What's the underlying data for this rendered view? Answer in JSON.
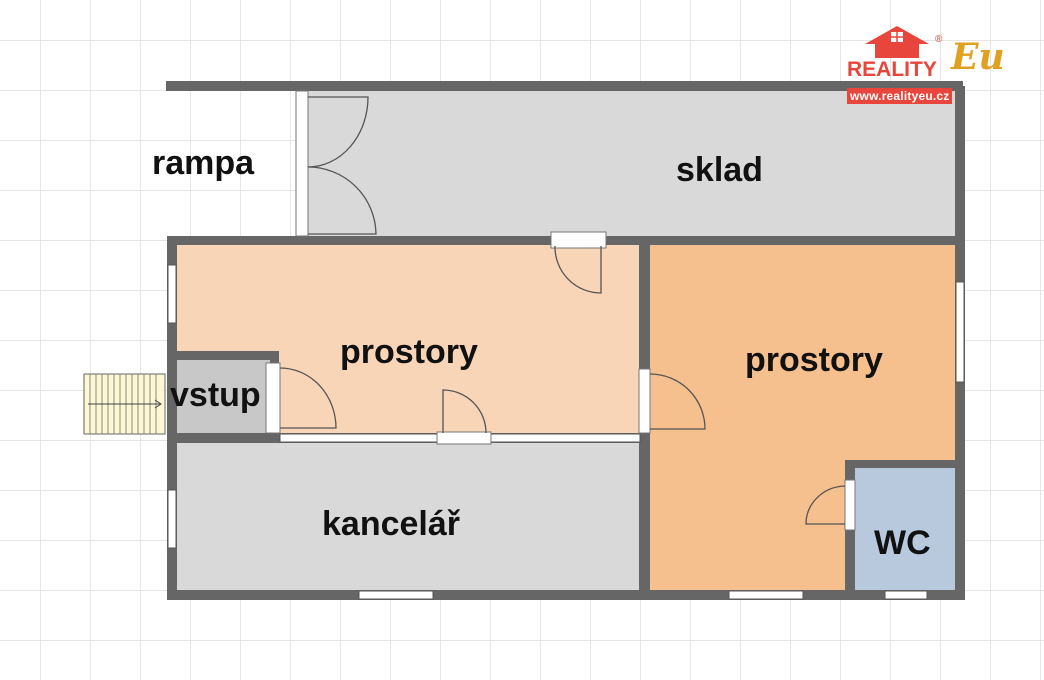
{
  "rooms": {
    "rampa": "rampa",
    "sklad": "sklad",
    "prostory_left": "prostory",
    "prostory_right": "prostory",
    "vstup": "vstup",
    "kancelar": "kancelář",
    "wc": "WC"
  },
  "logo": {
    "brand": "REALITY",
    "brand_suffix": "Eu",
    "registered": "®",
    "url": "www.realityeu.cz"
  },
  "colors": {
    "wall": "#666666",
    "sklad": "#d9d9d9",
    "prostory_left": "#f8d5b7",
    "prostory_right": "#f5bf8e",
    "vstup": "#c8c8c8",
    "kancelar": "#d9d9d9",
    "wc": "#b8c9de",
    "stairs": "#fdf7d2",
    "logo_red": "#e8463c",
    "logo_gold": "#e0a020"
  }
}
